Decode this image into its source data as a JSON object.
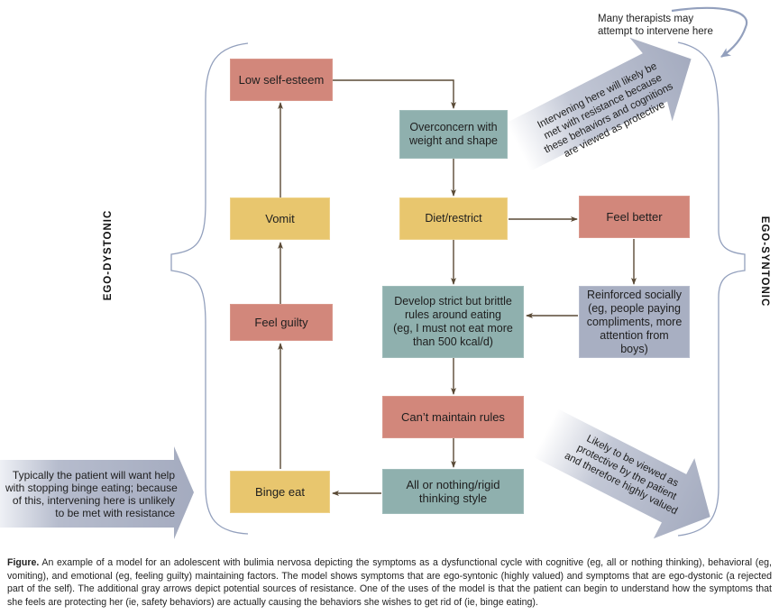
{
  "diagram": {
    "nodes": {
      "low_self_esteem": "Low self-esteem",
      "overconcern": [
        "Overconcern with",
        "weight and shape"
      ],
      "vomit": "Vomit",
      "diet_restrict": "Diet/restrict",
      "feel_better": "Feel better",
      "feel_guilty": "Feel guilty",
      "develop_rules": [
        "Develop strict but brittle",
        "rules around eating",
        "(eg, I must not eat more",
        "than 500 kcal/d)"
      ],
      "reinforced": [
        "Reinforced socially",
        "(eg, people paying",
        "compliments, more",
        "attention from boys)"
      ],
      "cant_maintain": "Can’t maintain rules",
      "all_or_nothing": [
        "All or nothing/rigid",
        "thinking style"
      ],
      "binge_eat": "Binge eat"
    },
    "colors": {
      "red": "#d2877b",
      "teal": "#8fb0ae",
      "yellow": "#e8c66e",
      "slate": "#a8afc2",
      "connector": "#5a4a36",
      "brace": "#93a0bd"
    },
    "labels": {
      "ego_dystonic": "EGO-DYSTONIC",
      "ego_syntonic": "EGO-SYNTONIC"
    },
    "annotations": {
      "therapists_note": [
        "Many therapists may",
        "attempt to intervene here"
      ],
      "upper_arrow": [
        "Intervening here will likely be",
        "met with resistance because",
        "these behaviors and cognitions",
        "are viewed as protective"
      ],
      "lower_arrow": [
        "Likely to be viewed as",
        "protective by the patient",
        "and therefore highly valued"
      ],
      "left_arrow": [
        "Typically the patient will want help",
        "with stopping binge eating; because",
        "of this, intervening here is unlikely",
        "to be met with resistance"
      ]
    }
  },
  "caption": {
    "label": "Figure.",
    "text": " An example of a model for an adolescent with bulimia nervosa depicting the symptoms as a dysfunctional cycle with cognitive (eg, all or nothing thinking), behavioral (eg, vomiting), and emotional (eg, feeling guilty) maintaining factors. The model shows symptoms that are ego-syntonic (highly valued) and symptoms that are ego-dystonic (a rejected part of the self). The additional gray arrows depict potential sources of resistance. One of the uses of the model is that the patient can begin to understand how the symptoms that she feels are protecting her (ie, safety behaviors) are actually causing the behaviors she wishes to get rid of (ie, binge eating)."
  }
}
